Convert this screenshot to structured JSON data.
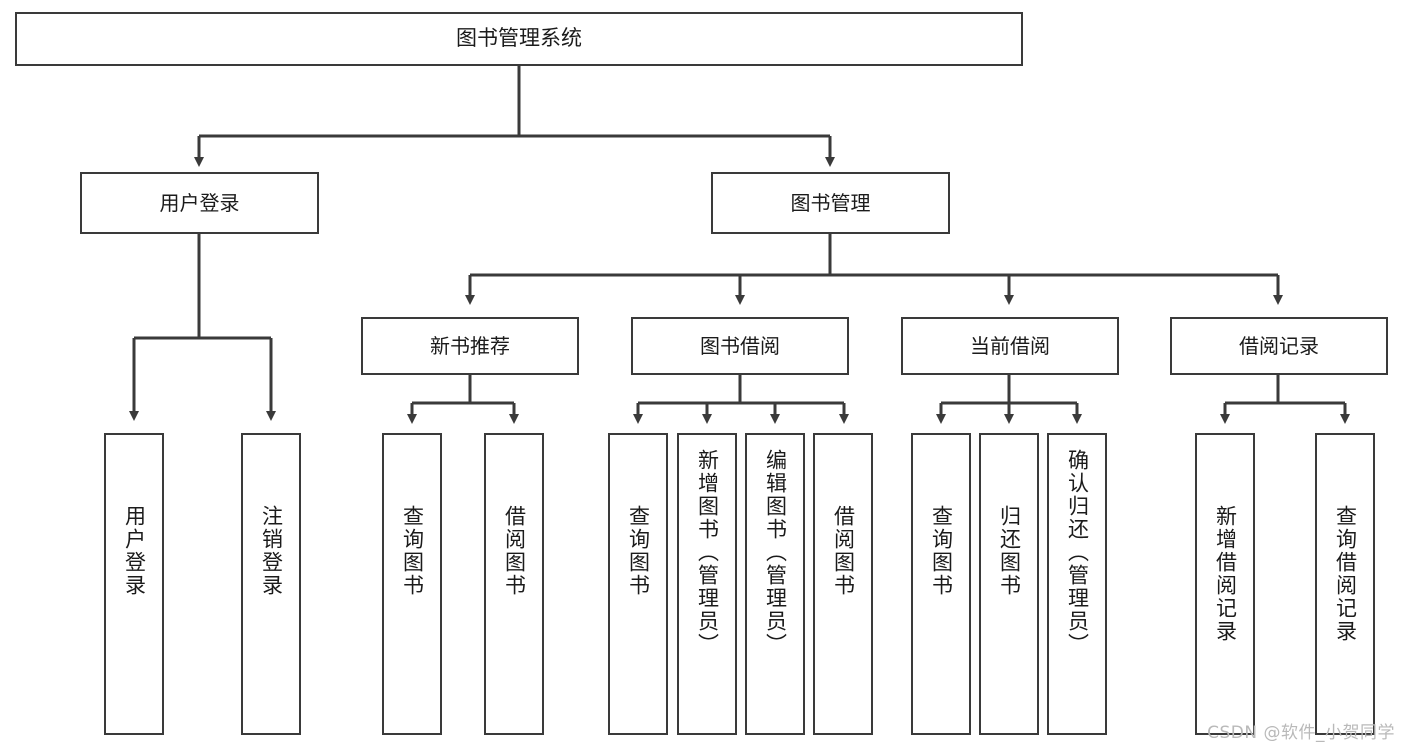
{
  "diagram": {
    "title": "图书管理系统",
    "watermark": "CSDN @软件_小贺同学",
    "colors": {
      "stroke": "#3a3a3a",
      "fill": "#ffffff",
      "text": "#1b1b1b",
      "watermark": "#b9b9b9"
    },
    "root": {
      "label": "图书管理系统"
    },
    "level1": [
      {
        "label": "用户登录"
      },
      {
        "label": "图书管理"
      }
    ],
    "level2": [
      {
        "label": "新书推荐"
      },
      {
        "label": "图书借阅"
      },
      {
        "label": "当前借阅"
      },
      {
        "label": "借阅记录"
      }
    ],
    "leaves": {
      "user_login": [
        {
          "label": "用户登录"
        },
        {
          "label": "注销登录"
        }
      ],
      "new_book_recommend": [
        {
          "label": "查询图书"
        },
        {
          "label": "借阅图书"
        }
      ],
      "book_borrow": [
        {
          "label": "查询图书"
        },
        {
          "label": "新增图书（管理员）"
        },
        {
          "label": "编辑图书（管理员）"
        },
        {
          "label": "借阅图书"
        }
      ],
      "current_borrow": [
        {
          "label": "查询图书"
        },
        {
          "label": "归还图书"
        },
        {
          "label": "确认归还（管理员）"
        }
      ],
      "borrow_record": [
        {
          "label": "新增借阅记录"
        },
        {
          "label": "查询借阅记录"
        }
      ]
    }
  }
}
